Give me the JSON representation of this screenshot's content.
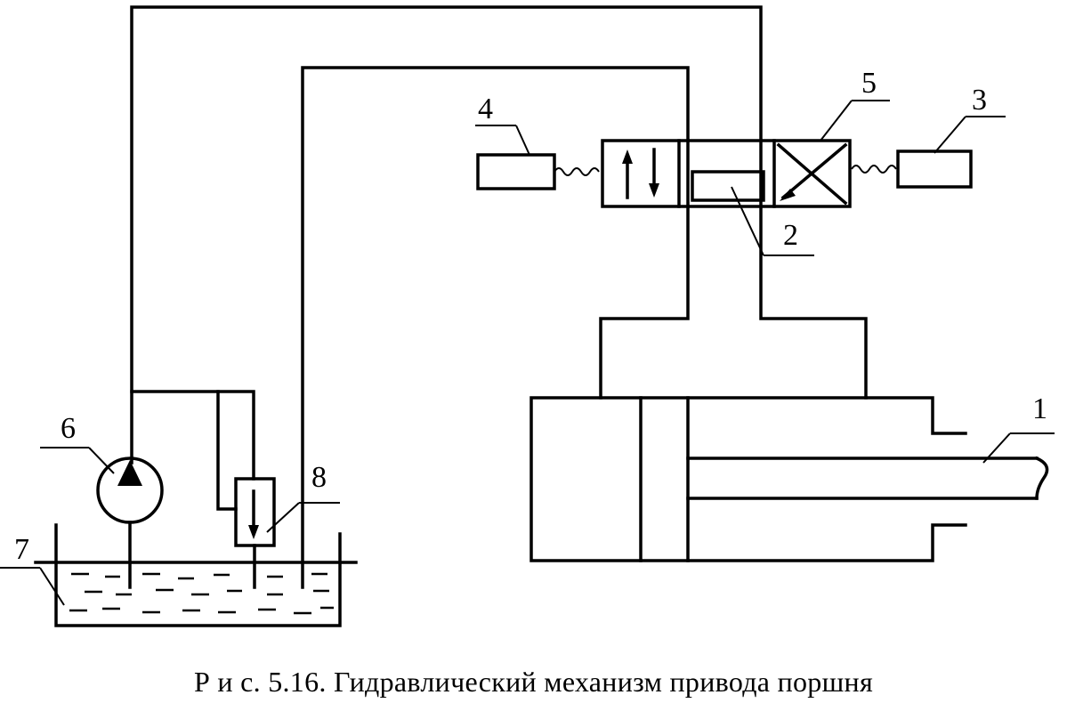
{
  "labels": {
    "cylinder": "1",
    "spool": "2",
    "actuator_right": "3",
    "actuator_left": "4",
    "valve": "5",
    "pump": "6",
    "tank": "7",
    "relief_valve": "8"
  },
  "caption": "Р и с.  5.16.  Гидравлический  механизм  привода  поршня"
}
